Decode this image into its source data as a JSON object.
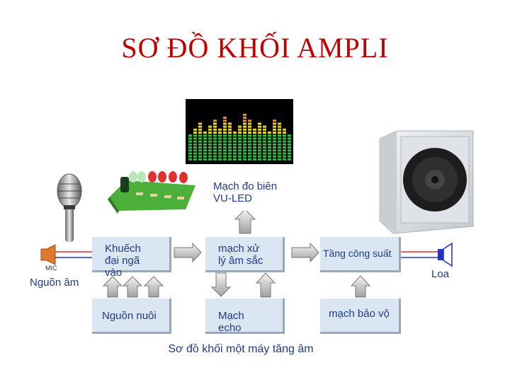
{
  "title": "SƠ ĐỒ KHỐI AMPLI",
  "blocks": {
    "vu_led": "Mạch đo biên VU-LED",
    "preamp": "Khuếch đại ngã vào",
    "tone": "mạch xử lý âm sắc",
    "power_amp": "Tầng công suất",
    "power_supply": "Nguồn nuôi",
    "echo": "Mạch echo",
    "protection": "mạch bảo vộ"
  },
  "labels": {
    "mic": "MIC",
    "source": "Nguồn âm",
    "speaker": "Loa"
  },
  "caption": "Sơ đồ khối một máy tăng âm",
  "colors": {
    "title": "#c00000",
    "block_fill": "#dbe6f3",
    "text": "#1f3a8a",
    "wire_red": "#e03030",
    "wire_blue": "#2030c0"
  }
}
